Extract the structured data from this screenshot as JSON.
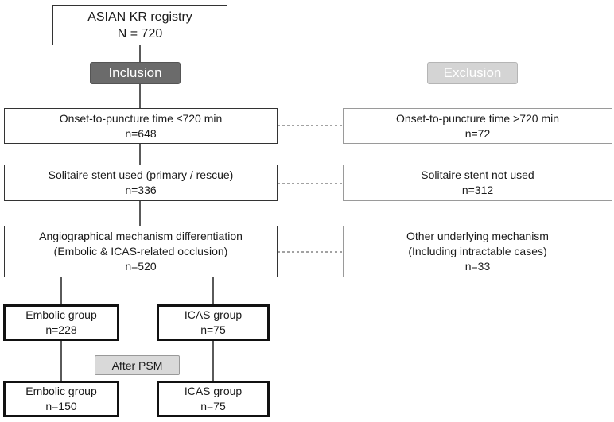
{
  "registry": {
    "title": "ASIAN KR registry",
    "count": "N = 720"
  },
  "headers": {
    "inclusion": "Inclusion",
    "exclusion": "Exclusion"
  },
  "steps": [
    {
      "include": {
        "label": "Onset-to-puncture time ≤720 min",
        "count": "n=648"
      },
      "exclude": {
        "label": "Onset-to-puncture time >720 min",
        "count": "n=72"
      }
    },
    {
      "include": {
        "label": "Solitaire stent used (primary / rescue)",
        "count": "n=336"
      },
      "exclude": {
        "label": "Solitaire stent not used",
        "count": "n=312"
      }
    },
    {
      "include": {
        "label": "Angiographical mechanism differentiation",
        "label2": "(Embolic & ICAS-related occlusion)",
        "count": "n=520"
      },
      "exclude": {
        "label": "Other underlying mechanism",
        "label2": "(Including intractable cases)",
        "count": "n=33"
      }
    }
  ],
  "groups_before": [
    {
      "label": "Embolic group",
      "count": "n=228"
    },
    {
      "label": "ICAS group",
      "count": "n=75"
    }
  ],
  "psm_label": "After PSM",
  "groups_after": [
    {
      "label": "Embolic group",
      "count": "n=150"
    },
    {
      "label": "ICAS group",
      "count": "n=75"
    }
  ]
}
